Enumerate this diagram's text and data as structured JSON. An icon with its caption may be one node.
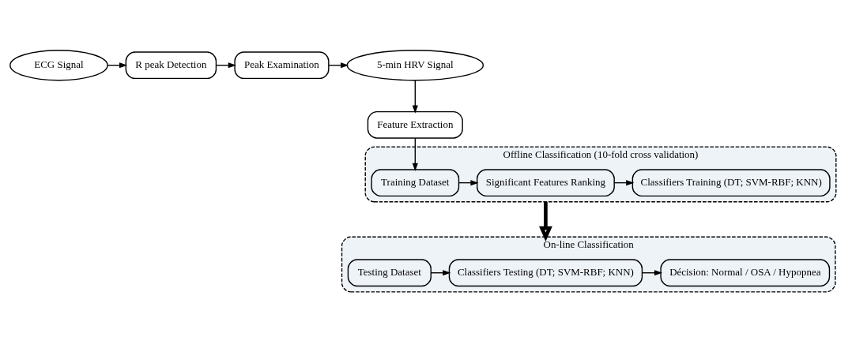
{
  "diagram": {
    "nodes": [
      {
        "text": [
          "ECG Signal"
        ]
      },
      {
        "text": [
          "R peak Detection"
        ]
      },
      {
        "text": [
          "Peak Examination"
        ]
      },
      {
        "text": [
          "5-min HRV Signal"
        ]
      },
      {
        "text": [
          "Feature Extraction"
        ]
      },
      {
        "text": [
          "Offline Classification (10-fold cross validation)"
        ]
      },
      {
        "text": [
          "Training Dataset"
        ],
        "in": 5
      },
      {
        "text": [
          "Significant Features Ranking"
        ],
        "in": 5
      },
      {
        "text": [
          "Classifiers Training (DT; SVM-RBF; KNN)"
        ],
        "in": 5
      },
      {
        "text": [
          "On-line Classification"
        ]
      },
      {
        "text": [
          "Testing Dataset"
        ],
        "in": 9
      },
      {
        "text": [
          "Classifiers Testing (DT; SVM-RBF; KNN)"
        ],
        "in": 9
      },
      {
        "text": [
          "Décision: Normal / OSA / Hypopnea"
        ],
        "in": 9
      }
    ],
    "edges": [
      {
        "from": 0,
        "to": 1,
        "arrow": "to"
      },
      {
        "from": 1,
        "to": 2,
        "arrow": "to"
      },
      {
        "from": 2,
        "to": 3,
        "arrow": "to"
      },
      {
        "from": 3,
        "to": 4,
        "arrow": "to"
      },
      {
        "from": 4,
        "to": 6,
        "arrow": "to"
      },
      {
        "from": 6,
        "to": 7,
        "arrow": "to"
      },
      {
        "from": 7,
        "to": 8,
        "arrow": "to"
      },
      {
        "from": 5,
        "to": 9,
        "arrow": "to",
        "style": "thick"
      },
      {
        "from": 10,
        "to": 11,
        "arrow": "to"
      },
      {
        "from": 11,
        "to": 12,
        "arrow": "to"
      }
    ]
  }
}
